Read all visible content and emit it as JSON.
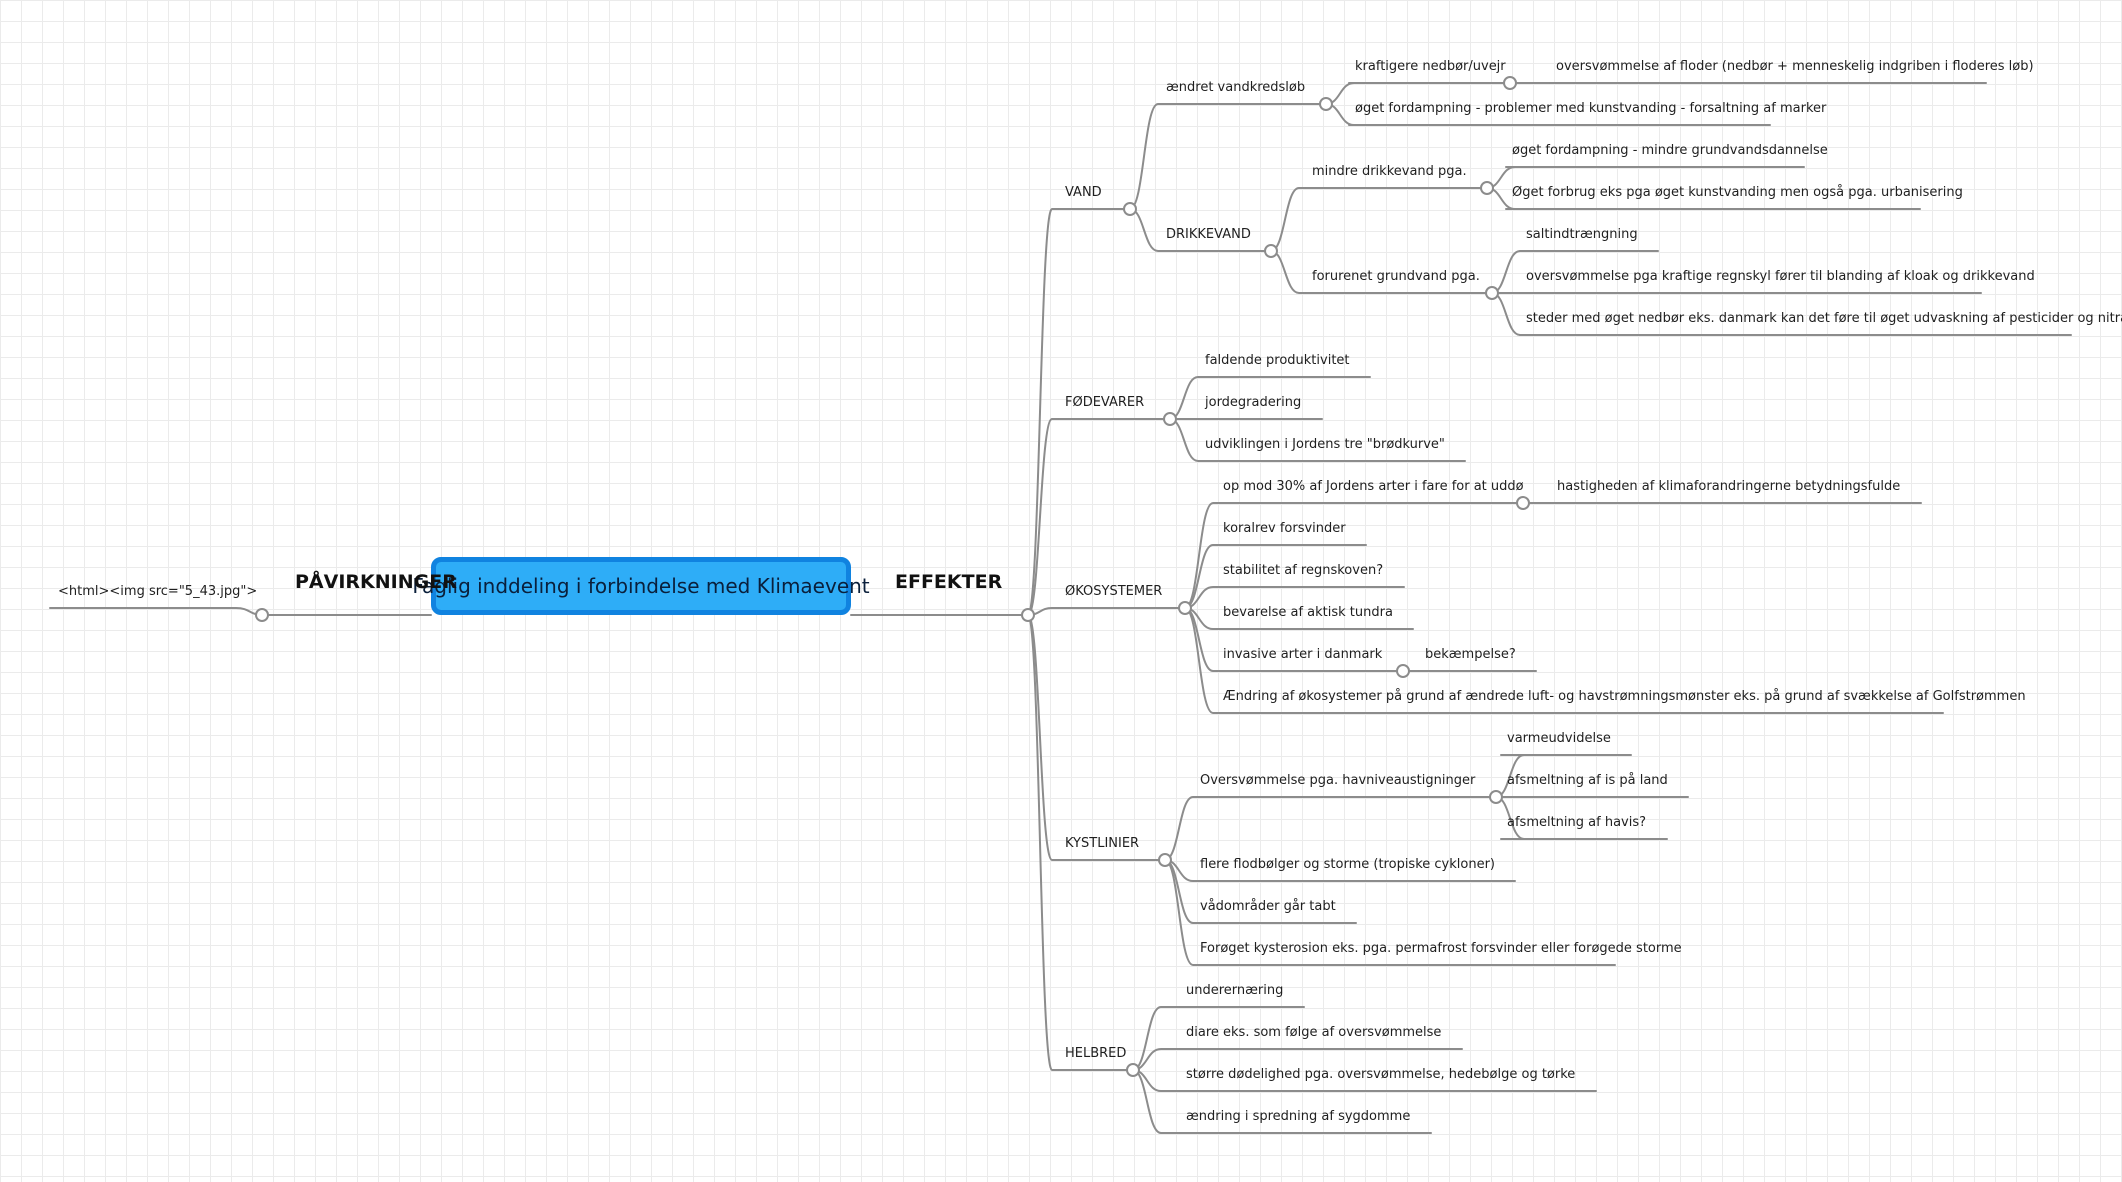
{
  "central_topic": "Faglig inddeling i forbindelse med Klimaevent",
  "colors": {
    "central_fill": "#2eadf7",
    "central_border": "#1083e0",
    "connector": "#8c8c8c",
    "grid": "#ebebeb"
  },
  "left": {
    "label": "PÅVIRKNINGER",
    "children": [
      {
        "label": "<html><img src=\"5_43.jpg\">"
      }
    ]
  },
  "right": {
    "label": "EFFEKTER",
    "children": [
      {
        "label": "VAND",
        "children": [
          {
            "label": "ændret vandkredsløb",
            "children": [
              {
                "label": "kraftigere nedbør/uvejr",
                "children": [
                  {
                    "label": "oversvømmelse af floder (nedbør + menneskelig indgriben i floderes løb)"
                  }
                ]
              },
              {
                "label": "øget fordampning - problemer med kunstvanding - forsaltning af marker"
              }
            ]
          },
          {
            "label": "DRIKKEVAND",
            "children": [
              {
                "label": "mindre drikkevand pga.",
                "children": [
                  {
                    "label": "øget fordampning - mindre grundvandsdannelse"
                  },
                  {
                    "label": "Øget forbrug eks pga øget kunstvanding men også pga. urbanisering"
                  }
                ]
              },
              {
                "label": "forurenet grundvand pga.",
                "children": [
                  {
                    "label": "saltindtrængning"
                  },
                  {
                    "label": "oversvømmelse pga kraftige regnskyl fører til blanding af kloak og drikkevand"
                  },
                  {
                    "label": "steder med øget nedbør eks. danmark kan det føre til øget udvaskning af pesticider og nitrat."
                  }
                ]
              }
            ]
          }
        ]
      },
      {
        "label": "FØDEVARER",
        "children": [
          {
            "label": "faldende produktivitet"
          },
          {
            "label": "jordegradering"
          },
          {
            "label": "udviklingen i Jordens tre \"brødkurve\""
          }
        ]
      },
      {
        "label": "ØKOSYSTEMER",
        "children": [
          {
            "label": "op mod 30% af Jordens arter i fare for at uddø",
            "children": [
              {
                "label": "hastigheden af klimaforandringerne betydningsfulde"
              }
            ]
          },
          {
            "label": "koralrev forsvinder"
          },
          {
            "label": "stabilitet af regnskoven?"
          },
          {
            "label": "bevarelse af aktisk tundra"
          },
          {
            "label": "invasive arter i danmark",
            "children": [
              {
                "label": "bekæmpelse?"
              }
            ]
          },
          {
            "label": "Ændring af økosystemer på grund af ændrede luft- og havstrømningsmønster eks. på grund af svækkelse af Golfstrømmen"
          }
        ]
      },
      {
        "label": "KYSTLINIER",
        "children": [
          {
            "label": "Oversvømmelse pga. havniveaustigninger",
            "children": [
              {
                "label": "varmeudvidelse"
              },
              {
                "label": "afsmeltning af is på land"
              },
              {
                "label": "afsmeltning af havis?"
              }
            ]
          },
          {
            "label": "flere flodbølger og storme (tropiske cykloner)"
          },
          {
            "label": "vådområder går tabt"
          },
          {
            "label": "Forøget kysterosion eks. pga. permafrost forsvinder eller forøgede storme"
          }
        ]
      },
      {
        "label": "HELBRED",
        "children": [
          {
            "label": "underernæring"
          },
          {
            "label": "diare eks. som følge af oversvømmelse"
          },
          {
            "label": "større dødelighed pga. oversvømmelse, hedebølge og tørke"
          },
          {
            "label": "ændring i spredning af sygdomme"
          }
        ]
      }
    ]
  }
}
